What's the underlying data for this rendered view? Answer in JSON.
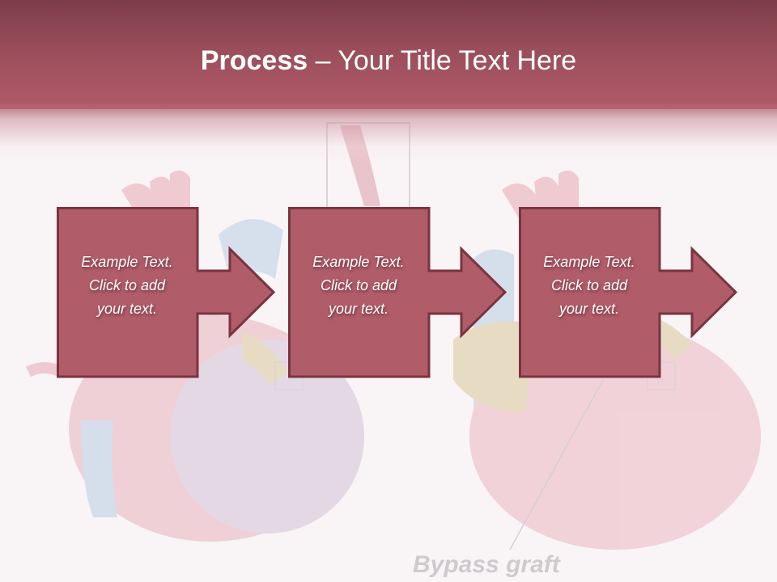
{
  "slide": {
    "title_bold": "Process",
    "title_rest": " – Your Title Text Here",
    "colors": {
      "header_top": "#7c3c48",
      "header_bottom": "#ad5967",
      "box_fill": "#b05c69",
      "box_border": "#7a3440",
      "background": "#f9f4f6"
    }
  },
  "steps": [
    {
      "line1": "Example Text.",
      "line2": "Click  to add",
      "line3": "your text."
    },
    {
      "line1": "Example Text.",
      "line2": "Click  to add",
      "line3": "your text."
    },
    {
      "line1": "Example Text.",
      "line2": "Click  to add",
      "line3": "your text."
    }
  ],
  "illustration": {
    "description": "faded heart anatomy illustration",
    "caption": "Bypass graft"
  }
}
